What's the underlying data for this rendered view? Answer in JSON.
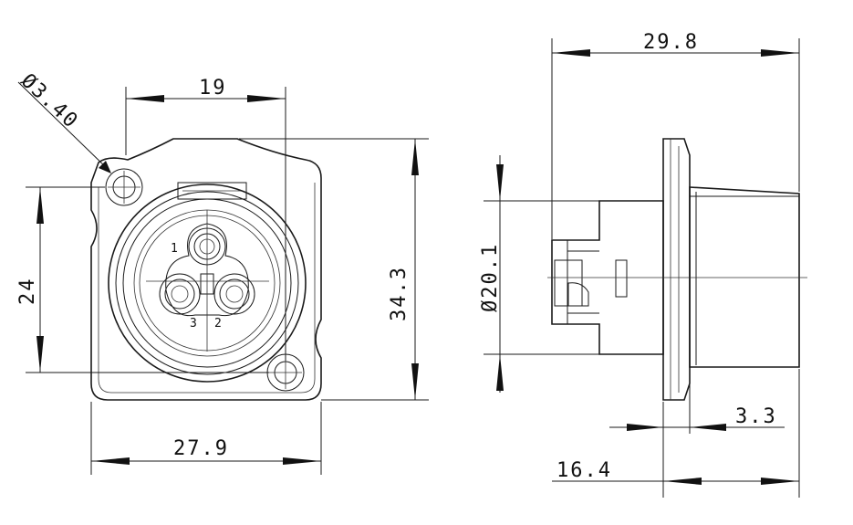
{
  "dimensions": {
    "hole_diameter": "Ø3.40",
    "hole_spacing_horizontal": "19",
    "hole_spacing_vertical": "24",
    "flange_height": "34.3",
    "flange_width": "27.9",
    "overall_length": "29.8",
    "body_diameter": "Ø20.1",
    "flange_thickness": "3.3",
    "rear_length": "16.4"
  },
  "pins": {
    "pin1": "1",
    "pin2": "2",
    "pin3": "3"
  },
  "colors": {
    "line": "#1a1a1a",
    "background": "#ffffff"
  }
}
